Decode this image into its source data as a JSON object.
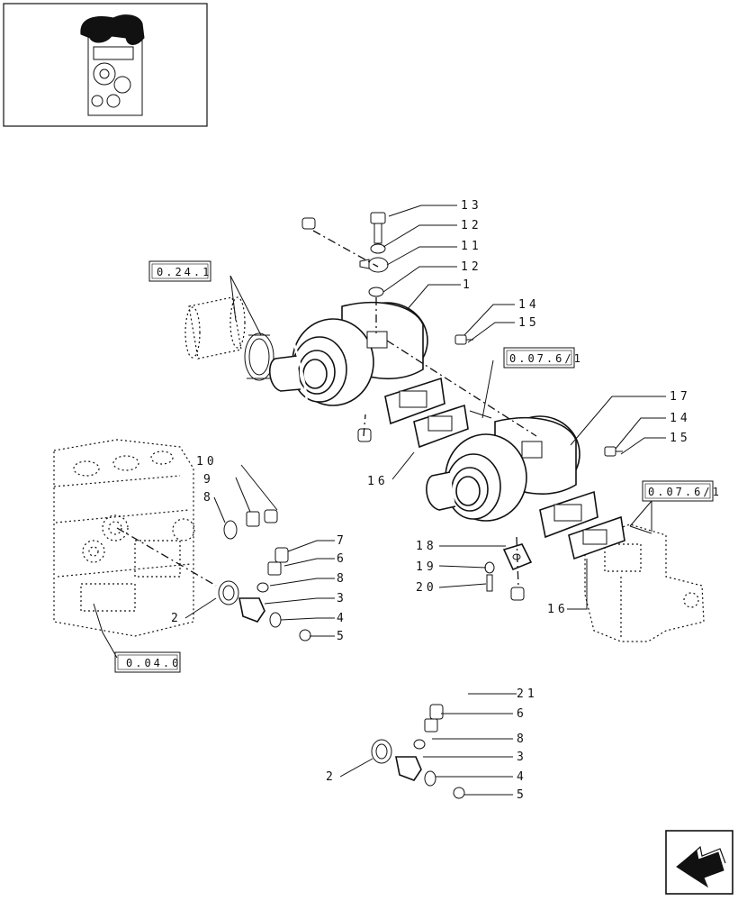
{
  "callouts": {
    "c13": "13",
    "c12a": "12",
    "c11": "11",
    "c12b": "12",
    "c1": "1",
    "c14a": "14",
    "c15a": "15",
    "c17": "17",
    "c14b": "14",
    "c15b": "15",
    "c10": "10",
    "c9": "9",
    "c8a": "8",
    "c16a": "16",
    "c16b": "16",
    "c18": "18",
    "c19": "19",
    "c20": "20",
    "c7": "7",
    "c6a": "6",
    "c8b": "8",
    "c3a": "3",
    "c4a": "4",
    "c5a": "5",
    "c2a": "2",
    "c21": "21",
    "c6b": "6",
    "c8c": "8",
    "c3b": "3",
    "c4b": "4",
    "c5b": "5",
    "c2b": "2"
  },
  "refs": {
    "r0241": "0.24.1",
    "r0761a": "0.07.6/1",
    "r0761b": "0.07.6/1",
    "r040": "0.04.0"
  },
  "icons": {
    "thumbnail": "engine-locator-thumbnail-icon",
    "nav": "next-page-arrow-icon"
  },
  "colors": {
    "ink": "#111111",
    "paper": "#ffffff"
  }
}
